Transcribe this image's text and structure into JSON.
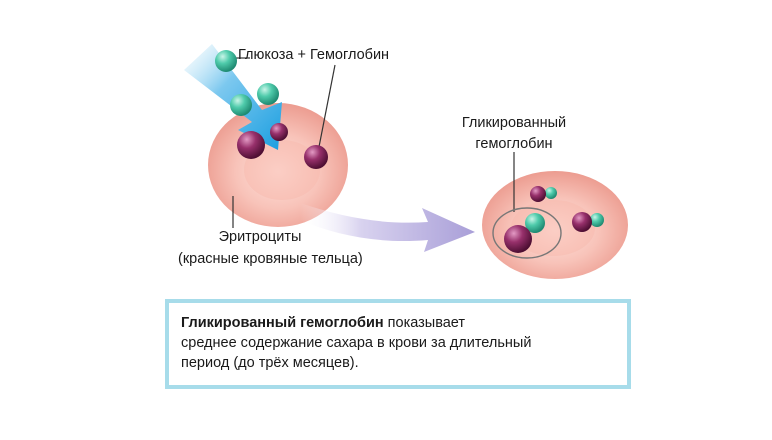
{
  "labels": {
    "glucose_hemoglobin": "Глюкоза + Гемоглобин",
    "erythrocytes_line1": "Эритроциты",
    "erythrocytes_line2": "(красные кровяные тельца)",
    "glycated_line1": "Гликированный",
    "glycated_line2": "гемоглобин"
  },
  "info": {
    "bold": "Гликированный гемоглобин",
    "line1_rest": " показывает",
    "line2": "среднее содержание сахара в крови за длительный",
    "line3": "период (до трёх месяцев)."
  },
  "colors": {
    "cell": "#f2aba0",
    "glucose": "#3fc3a2",
    "hemoglobin": "#8e2a62",
    "arrow_blue": "#2aa6e0",
    "arrow_purple": "#b9b0df",
    "frame": "#a7dcea"
  }
}
